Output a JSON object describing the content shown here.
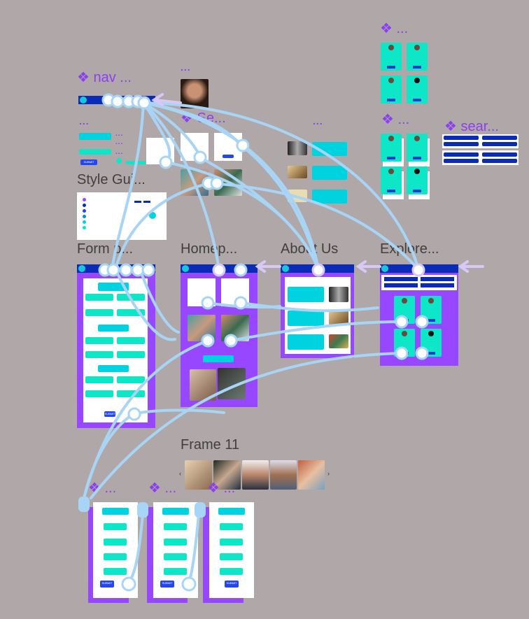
{
  "canvas": {
    "components": {
      "nav": "nav ...",
      "service": "Se...",
      "search": "sear...",
      "generic": "..."
    },
    "frames": {
      "style_guide": "Style Gui...",
      "form": "Form p...",
      "home": "Homep...",
      "about": "About Us",
      "explore": "Explore...",
      "frame11": "Frame 11"
    },
    "submit_label": "SUBMIT",
    "carousel_prev": "‹",
    "carousel_next": "›"
  },
  "colors": {
    "canvas": "#b0a8a8",
    "frame": "#9747ff",
    "connector": "#a8d4f5",
    "component": "#8b3ff0",
    "accent_cyan": "#00d3e0",
    "accent_teal": "#0ee6c8",
    "navy": "#0a2bb5"
  }
}
